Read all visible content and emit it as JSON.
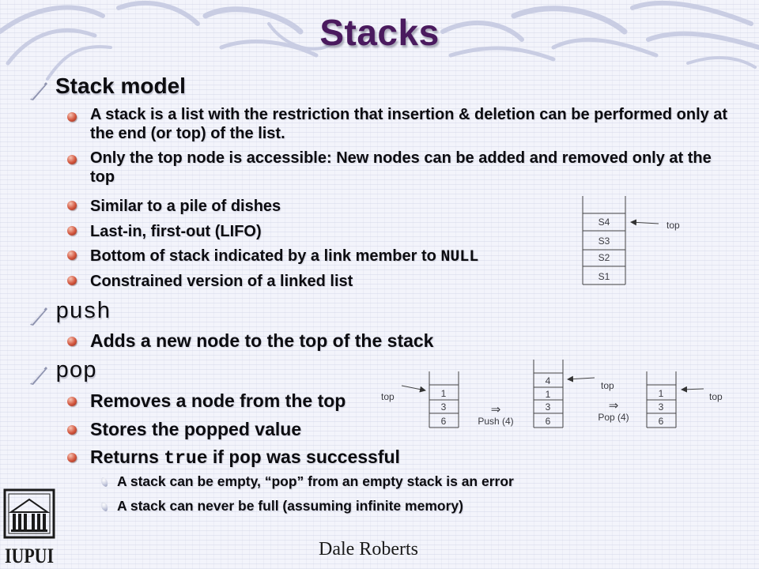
{
  "slide": {
    "title": "Stacks",
    "footer": "Dale Roberts",
    "logo_text": "IUPUI"
  },
  "stack_model": {
    "heading": "Stack model",
    "bullets": [
      "A stack is a list with the restriction that insertion & deletion can be performed only at the end (or top) of the list.",
      "Only the top node is accessible: New nodes can be added and removed only at the top",
      "Similar to a pile of dishes",
      "Last-in, first-out (LIFO)",
      "Bottom of stack indicated by a link member to ",
      "NULL",
      "Constrained version of a linked list"
    ]
  },
  "push": {
    "heading": "push",
    "bullets": [
      "Adds a new node to the top of the stack"
    ]
  },
  "pop": {
    "heading": "pop",
    "bullets": [
      "Removes a node from the top",
      "Stores the popped value",
      "Returns ",
      "true",
      " if ",
      "pop",
      " was successful"
    ],
    "sub_bullets": [
      "A stack can be empty, “pop” from an empty stack is an error",
      "A stack can never be full (assuming infinite memory)"
    ]
  },
  "diagram_top": {
    "cells": [
      "S4",
      "S3",
      "S2",
      "S1"
    ],
    "pointer_label": "top"
  },
  "diagram_bottom": {
    "before": {
      "pointer_label": "top",
      "cells": [
        "1",
        "3",
        "6"
      ]
    },
    "op1": {
      "arrow": "⇒",
      "label": "Push (4)"
    },
    "after_push": {
      "pointer_label": "top",
      "cells": [
        "4",
        "1",
        "3",
        "6"
      ]
    },
    "op2": {
      "arrow": "⇒",
      "label": "Pop (4)"
    },
    "after_pop": {
      "pointer_label": "top",
      "cells": [
        "1",
        "3",
        "6"
      ]
    }
  }
}
